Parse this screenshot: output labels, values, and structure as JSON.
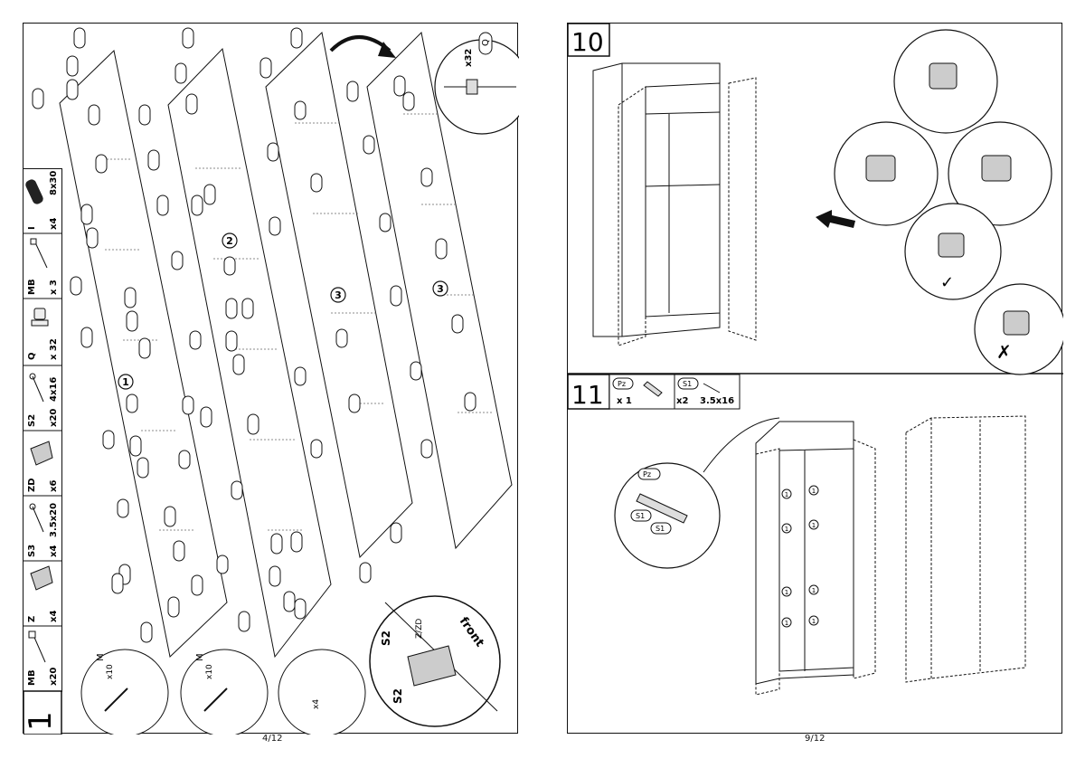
{
  "left_page": {
    "page_number": "4/12",
    "step": "1",
    "parts": [
      {
        "code": "I",
        "qty": "x4",
        "spec": "8x30"
      },
      {
        "code": "MB",
        "qty": "x 3",
        "spec": ""
      },
      {
        "code": "Q",
        "qty": "x 32",
        "spec": ""
      },
      {
        "code": "S2",
        "qty": "x20",
        "spec": "4x16"
      },
      {
        "code": "ZD",
        "qty": "x6",
        "spec": ""
      },
      {
        "code": "S3",
        "qty": "x4",
        "spec": "3.5x20"
      },
      {
        "code": "Z",
        "qty": "x4",
        "spec": ""
      },
      {
        "code": "MB",
        "qty": "x20",
        "spec": ""
      }
    ],
    "callout_qty": "x32",
    "callout_code": "Q",
    "panel_numbers": [
      "1",
      "2",
      "3",
      "3"
    ],
    "detail_label_s2_top": "S2",
    "detail_label_s2_bottom": "S2",
    "detail_label_zzd": "Z/ZD",
    "detail_label_front": "front",
    "tool_code": "M",
    "tool_qty": "x10",
    "x4_label": "x4"
  },
  "right_page": {
    "page_number": "9/12",
    "step10": "10",
    "step11": "11",
    "parts11": [
      {
        "code": "Pz",
        "qty": "x 1",
        "spec": ""
      },
      {
        "code": "S1",
        "qty": "x2",
        "spec": "3.5x16"
      }
    ],
    "detail_codes": [
      "Pz",
      "S1",
      "S1"
    ],
    "marker": "1"
  }
}
